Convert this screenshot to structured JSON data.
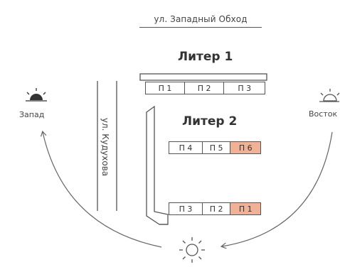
{
  "streets": {
    "top": "ул. Западный Обход",
    "side": "ул. Кудухова"
  },
  "buildings": {
    "liter1": {
      "title": "Литер 1",
      "sections": [
        {
          "label": "П 1",
          "highlight": false
        },
        {
          "label": "П 2",
          "highlight": false
        },
        {
          "label": "П 3",
          "highlight": false
        }
      ]
    },
    "liter2": {
      "title": "Литер 2",
      "upper_sections": [
        {
          "label": "П 4",
          "highlight": false
        },
        {
          "label": "П 5",
          "highlight": false
        },
        {
          "label": "П 6",
          "highlight": true
        }
      ],
      "lower_sections": [
        {
          "label": "П 3",
          "highlight": false
        },
        {
          "label": "П 2",
          "highlight": false
        },
        {
          "label": "П 1",
          "highlight": true
        }
      ]
    }
  },
  "directions": {
    "west": "Запад",
    "east": "Восток"
  },
  "icons": {
    "west": "sunset-icon",
    "east": "sunrise-icon",
    "south": "sun-icon"
  },
  "colors": {
    "highlight": "#efb297",
    "line": "#555555"
  }
}
